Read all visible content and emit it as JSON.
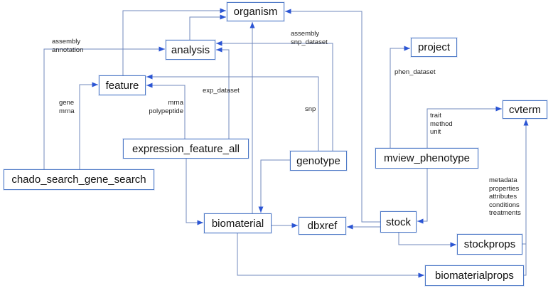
{
  "diagram": {
    "type": "entity-relationship-flow",
    "nodes": {
      "organism": "organism",
      "analysis": "analysis",
      "feature": "feature",
      "expression_feature_all": "expression_feature_all",
      "chado_search_gene_search": "chado_search_gene_search",
      "genotype": "genotype",
      "mview_phenotype": "mview_phenotype",
      "project": "project",
      "cvterm": "cvterm",
      "biomaterial": "biomaterial",
      "dbxref": "dbxref",
      "stock": "stock",
      "stockprops": "stockprops",
      "biomaterialprops": "biomaterialprops"
    },
    "edge_labels": {
      "assembly_annotation": "assembly\nannotation",
      "gene_mrna": "gene\nmrna",
      "mrna_polypeptide": "mrna\npolypeptide",
      "exp_dataset": "exp_dataset",
      "assembly_snp_dataset": "assembly\nsnp_dataset",
      "snp": "snp",
      "phen_dataset": "phen_dataset",
      "trait_method_unit": "trait\nmethod\nunit",
      "props_list": "metadata\nproperties\nattributes\nconditions\ntreatments"
    },
    "edges": [
      {
        "from": "feature",
        "to": "organism",
        "label": ""
      },
      {
        "from": "analysis",
        "to": "organism",
        "label": ""
      },
      {
        "from": "stock",
        "to": "organism",
        "label": ""
      },
      {
        "from": "biomaterial",
        "to": "organism",
        "label": ""
      },
      {
        "from": "chado_search_gene_search",
        "to": "analysis",
        "label": "assembly, annotation"
      },
      {
        "from": "expression_feature_all",
        "to": "analysis",
        "label": "exp_dataset"
      },
      {
        "from": "genotype",
        "to": "analysis",
        "label": "assembly, snp_dataset"
      },
      {
        "from": "chado_search_gene_search",
        "to": "feature",
        "label": "gene, mrna"
      },
      {
        "from": "expression_feature_all",
        "to": "feature",
        "label": "mrna, polypeptide"
      },
      {
        "from": "genotype",
        "to": "feature",
        "label": "snp"
      },
      {
        "from": "genotype",
        "to": "biomaterial",
        "label": ""
      },
      {
        "from": "expression_feature_all",
        "to": "biomaterial",
        "label": ""
      },
      {
        "from": "biomaterial",
        "to": "dbxref",
        "label": ""
      },
      {
        "from": "stock",
        "to": "dbxref",
        "label": ""
      },
      {
        "from": "mview_phenotype",
        "to": "stock",
        "label": ""
      },
      {
        "from": "mview_phenotype",
        "to": "project",
        "label": "phen_dataset"
      },
      {
        "from": "mview_phenotype",
        "to": "cvterm",
        "label": "trait, method, unit"
      },
      {
        "from": "stock",
        "to": "stockprops",
        "label": ""
      },
      {
        "from": "biomaterial",
        "to": "biomaterialprops",
        "label": ""
      },
      {
        "from": "stockprops",
        "to": "cvterm",
        "label": "metadata, properties, attributes, conditions, treatments"
      },
      {
        "from": "biomaterialprops",
        "to": "cvterm",
        "label": "metadata, properties, attributes, conditions, treatments"
      }
    ],
    "colors": {
      "line": "#7188bd",
      "arrow": "#2b55d4",
      "node_border": "#4f7ac7",
      "node_text": "#111111",
      "label_text": "#222222",
      "bg": "#ffffff"
    }
  }
}
